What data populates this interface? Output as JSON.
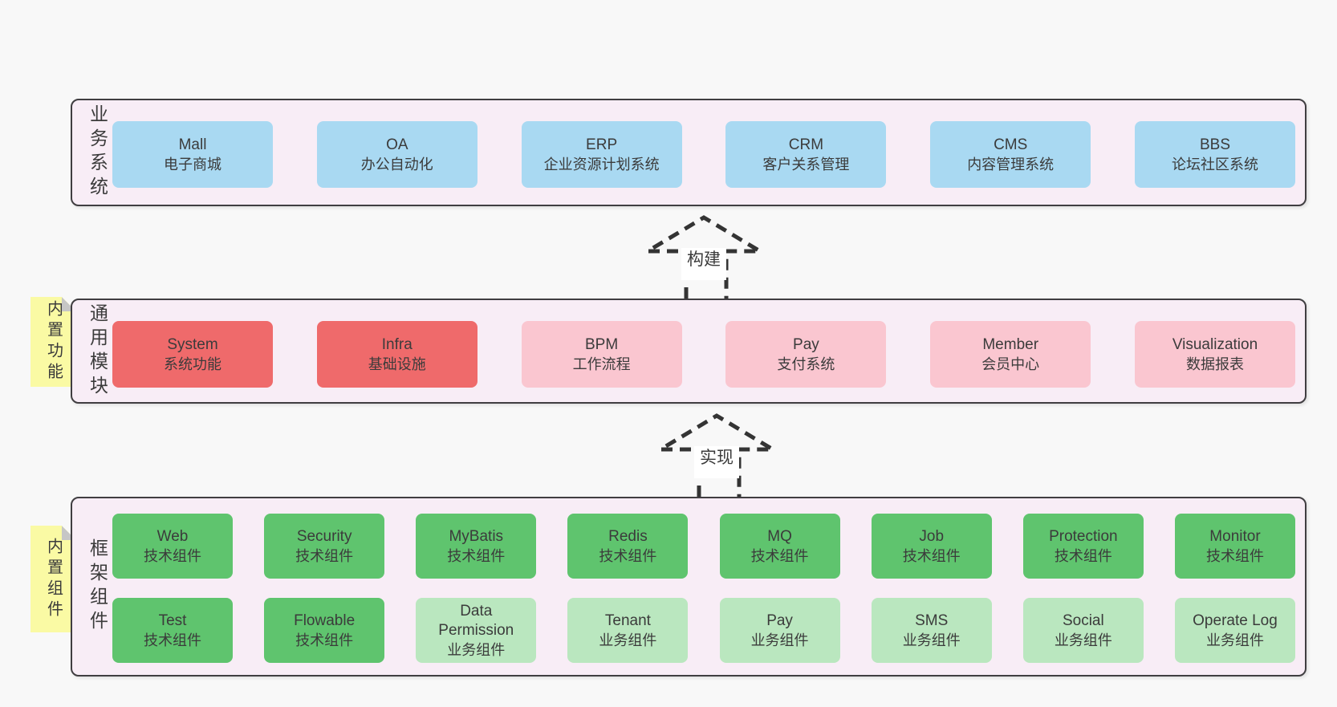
{
  "colors": {
    "page_bg": "#f8f8f8",
    "panel_bg": "#f8edf6",
    "panel_border": "#403e41",
    "blue_box": "#a9d9f2",
    "red_box": "#ef6a6b",
    "pink_box": "#fac6d0",
    "green_box": "#5fc46e",
    "green_light_box": "#bae7bf",
    "note_yellow": "#fafaa4",
    "note_fold_gray": "#c6c6c6",
    "text": "#3b3b3b",
    "arrow_dash": "#343434"
  },
  "arrows": [
    {
      "label": "构建"
    },
    {
      "label": "实现"
    }
  ],
  "sections": {
    "business": {
      "label": "业务系统",
      "boxes": [
        {
          "name": "Mall",
          "desc": "电子商城",
          "tone": "strong"
        },
        {
          "name": "OA",
          "desc": "办公自动化",
          "tone": "strong"
        },
        {
          "name": "ERP",
          "desc": "企业资源计划系统",
          "tone": "strong"
        },
        {
          "name": "CRM",
          "desc": "客户关系管理",
          "tone": "strong"
        },
        {
          "name": "CMS",
          "desc": "内容管理系统",
          "tone": "strong"
        },
        {
          "name": "BBS",
          "desc": "论坛社区系统",
          "tone": "strong"
        }
      ]
    },
    "modules": {
      "label": "通用模块",
      "note": "内置功能",
      "boxes": [
        {
          "name": "System",
          "desc": "系统功能",
          "tone": "strong"
        },
        {
          "name": "Infra",
          "desc": "基础设施",
          "tone": "strong"
        },
        {
          "name": "BPM",
          "desc": "工作流程",
          "tone": "light"
        },
        {
          "name": "Pay",
          "desc": "支付系统",
          "tone": "light"
        },
        {
          "name": "Member",
          "desc": "会员中心",
          "tone": "light"
        },
        {
          "name": "Visualization",
          "desc": "数据报表",
          "tone": "light"
        }
      ]
    },
    "framework": {
      "label": "框架组件",
      "note": "内置组件",
      "rows": [
        [
          {
            "name": "Web",
            "desc": "技术组件",
            "tone": "strong"
          },
          {
            "name": "Security",
            "desc": "技术组件",
            "tone": "strong"
          },
          {
            "name": "MyBatis",
            "desc": "技术组件",
            "tone": "strong"
          },
          {
            "name": "Redis",
            "desc": "技术组件",
            "tone": "strong"
          },
          {
            "name": "MQ",
            "desc": "技术组件",
            "tone": "strong"
          },
          {
            "name": "Job",
            "desc": "技术组件",
            "tone": "strong"
          },
          {
            "name": "Protection",
            "desc": "技术组件",
            "tone": "strong"
          },
          {
            "name": "Monitor",
            "desc": "技术组件",
            "tone": "strong"
          }
        ],
        [
          {
            "name": "Test",
            "desc": "技术组件",
            "tone": "strong"
          },
          {
            "name": "Flowable",
            "desc": "技术组件",
            "tone": "strong"
          },
          {
            "name": "Data Permission",
            "desc": "业务组件",
            "tone": "light"
          },
          {
            "name": "Tenant",
            "desc": "业务组件",
            "tone": "light"
          },
          {
            "name": "Pay",
            "desc": "业务组件",
            "tone": "light"
          },
          {
            "name": "SMS",
            "desc": "业务组件",
            "tone": "light"
          },
          {
            "name": "Social",
            "desc": "业务组件",
            "tone": "light"
          },
          {
            "name": "Operate Log",
            "desc": "业务组件",
            "tone": "light"
          }
        ]
      ]
    }
  }
}
